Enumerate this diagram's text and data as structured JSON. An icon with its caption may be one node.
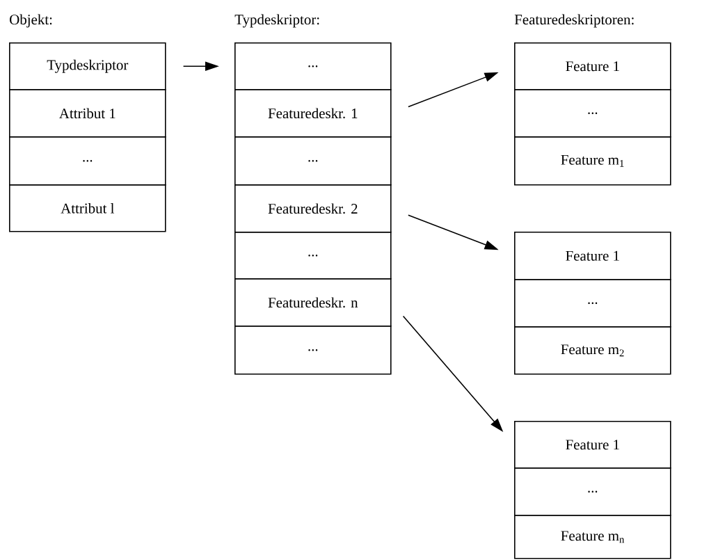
{
  "diagram": {
    "nodes": [
      {
        "text": [
          "Typdeskriptor"
        ]
      },
      {
        "text": [
          "Attribut 1"
        ]
      },
      {
        "text": [
          "..."
        ]
      },
      {
        "text": [
          "Attribut l"
        ]
      },
      {
        "text": [
          "..."
        ]
      },
      {
        "text": [
          "Featuredeskr. 1"
        ]
      },
      {
        "text": [
          "..."
        ]
      },
      {
        "text": [
          "Featuredeskr. 2"
        ]
      },
      {
        "text": [
          "..."
        ]
      },
      {
        "text": [
          "Featuredeskr. n"
        ]
      },
      {
        "text": [
          "..."
        ]
      },
      {
        "text": [
          "Feature 1"
        ]
      },
      {
        "text": [
          "..."
        ]
      },
      {
        "text": [
          "Feature m$_{1}$"
        ]
      },
      {
        "text": [
          "Feature 1"
        ]
      },
      {
        "text": [
          "..."
        ]
      },
      {
        "text": [
          "Feature m$_{2}$"
        ]
      },
      {
        "text": [
          "Feature 1"
        ]
      },
      {
        "text": [
          "..."
        ]
      },
      {
        "text": [
          "Feature m$_{n}$"
        ]
      }
    ],
    "edges": [
      {
        "from": 0,
        "to": 4,
        "arrow": "to"
      },
      {
        "from": 5,
        "to": 11,
        "arrow": "to"
      },
      {
        "from": 7,
        "to": 14,
        "arrow": "to"
      },
      {
        "from": 9,
        "to": 17,
        "arrow": "to"
      }
    ],
    "labels": [
      "Objekt:",
      "Typdeskriptor:",
      "Featuredeskriptoren:"
    ]
  }
}
